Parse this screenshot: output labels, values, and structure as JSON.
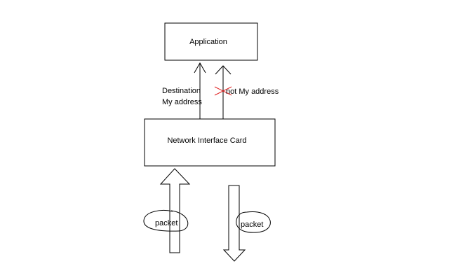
{
  "diagram": {
    "application_box": {
      "label": "Application"
    },
    "nic_box": {
      "label": "Network Interface Card"
    },
    "labels": {
      "destination_line1": "Destination",
      "destination_line2": "My address",
      "not_my_address": "not My address"
    },
    "packets": {
      "incoming": "packet",
      "outgoing": "packet"
    },
    "colors": {
      "stroke": "#000000",
      "background": "#ffffff",
      "cross_out": "#e02020"
    }
  }
}
